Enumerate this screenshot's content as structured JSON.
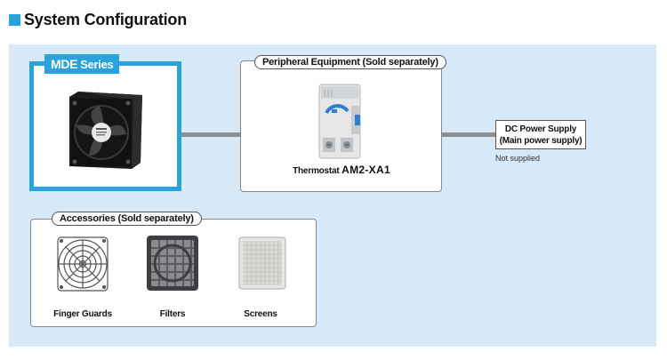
{
  "header": {
    "title": "System Configuration",
    "accent_color": "#2aa2dc"
  },
  "diagram": {
    "panel_color": "#d7e8f6",
    "connector_color": "#8d9092",
    "mde": {
      "series_label": "MDE",
      "series_suffix": "Series",
      "image_icon": "fan-icon"
    },
    "peripheral": {
      "title": "Peripheral Equipment (Sold separately)",
      "item_label": "Thermostat",
      "item_model": "AM2-XA1",
      "image_icon": "thermostat-icon"
    },
    "power_supply": {
      "line1": "DC Power Supply",
      "line2": "(Main power supply)",
      "note": "Not supplied"
    },
    "accessories": {
      "title": "Accessories (Sold separately)",
      "items": [
        {
          "label": "Finger Guards",
          "icon": "finger-guard-icon"
        },
        {
          "label": "Filters",
          "icon": "filter-icon"
        },
        {
          "label": "Screens",
          "icon": "screen-icon"
        }
      ]
    }
  }
}
